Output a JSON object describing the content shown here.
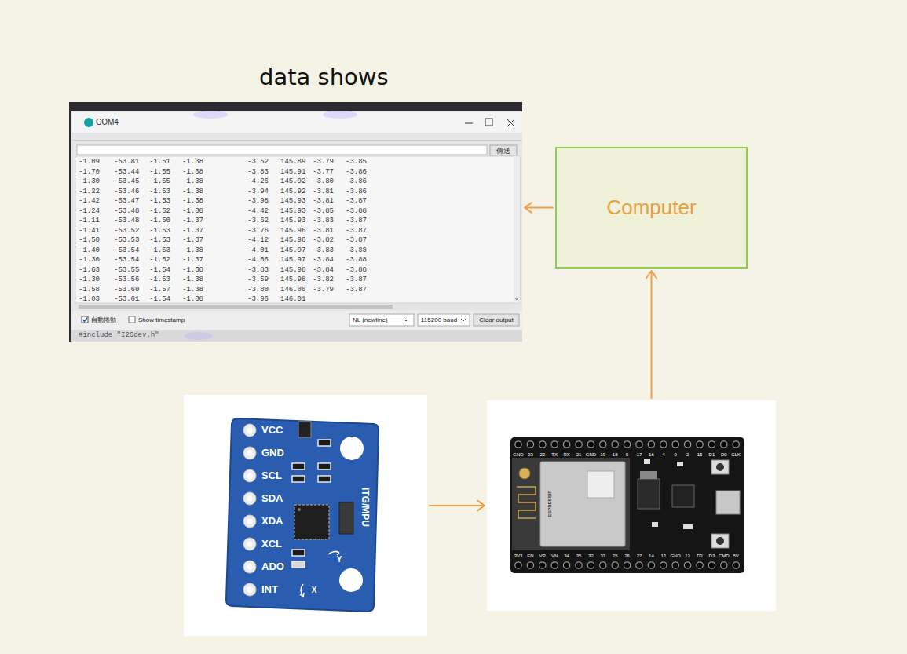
{
  "diagram": {
    "nodes": [
      {
        "text": [
          "data shows",
          "COM4"
        ]
      },
      {
        "text": [
          "Computer"
        ]
      },
      {
        "text": [
          "ITG/MPU"
        ]
      },
      {
        "text": [
          "ESPRESSIF"
        ]
      }
    ],
    "edges": [
      {
        "from": 2,
        "to": 3,
        "arrow": "to"
      },
      {
        "from": 3,
        "to": 1,
        "arrow": "to"
      },
      {
        "from": 1,
        "to": 0,
        "arrow": "to"
      }
    ],
    "labels": [
      "-1.09",
      "-53.81",
      "-1.51",
      "-1.38",
      "-3.52",
      "145.89",
      "-3.79",
      "-3.85",
      "-1.70",
      "-53.44",
      "-1.55",
      "-1.38",
      "-3.83",
      "145.91",
      "-3.77",
      "-3.86",
      "-1.30",
      "-53.45",
      "-1.55",
      "-1.38",
      "-4.26",
      "145.92",
      "-3.80",
      "-3.86",
      "-1.22",
      "-53.46",
      "-1.53",
      "-1.38",
      "-3.94",
      "145.92",
      "-3.81",
      "-3.86",
      "-1.42",
      "-53.47",
      "-1.53",
      "-1.38",
      "-3.98",
      "145.93",
      "-3.81",
      "-3.87",
      "-1.24",
      "-53.48",
      "-1.52",
      "-1.38",
      "-4.42",
      "145.93",
      "-3.85",
      "-3.88",
      "-1.11",
      "-53.48",
      "-1.50",
      "-1.37",
      "-3.62",
      "145.93",
      "-3.83",
      "-3.87",
      "-1.41",
      "-53.52",
      "-1.53",
      "-1.37",
      "-3.76",
      "145.96",
      "-3.81",
      "-3.87",
      "-1.50",
      "-53.53",
      "-1.53",
      "-1.37",
      "-4.12",
      "145.96",
      "-3.82",
      "-3.87",
      "-1.40",
      "-53.54",
      "-1.53",
      "-1.38",
      "-4.01",
      "145.97",
      "-3.83",
      "-3.88",
      "-1.30",
      "-53.54",
      "-1.52",
      "-1.37",
      "-4.06",
      "145.97",
      "-3.84",
      "-3.88",
      "-1.63",
      "-53.55",
      "-1.54",
      "-1.38",
      "-3.83",
      "145.98",
      "-3.84",
      "-3.88",
      "-1.30",
      "-53.56",
      "-1.53",
      "-1.38",
      "-3.59",
      "145.98",
      "-3.82",
      "-3.87",
      "-1.58",
      "-53.60",
      "-1.57",
      "-1.38",
      "-3.80",
      "146.00",
      "-3.79",
      "-3.87",
      "-1.03",
      "-53.61",
      "-1.54",
      "-1.38",
      "-3.96",
      "146.01",
      "傳送",
      "自動捲動",
      "Show timestamp",
      "NL (newline)",
      "115200 baud",
      "Clear output",
      "#include \"I2Cdev.h\"",
      "VCC",
      "GND",
      "SCL",
      "SDA",
      "XDA",
      "XCL",
      "ADO",
      "INT",
      "X",
      "Y",
      "GND",
      "23",
      "22",
      "TX",
      "RX",
      "21",
      "GND",
      "19",
      "18",
      "5",
      "17",
      "16",
      "4",
      "0",
      "2",
      "15",
      "D1",
      "D0",
      "CLK",
      "3V3",
      "EN",
      "VP",
      "VN",
      "34",
      "35",
      "32",
      "33",
      "25",
      "26",
      "27",
      "14",
      "12",
      "GND",
      "13",
      "D2",
      "D3",
      "CMD",
      "5V"
    ]
  }
}
